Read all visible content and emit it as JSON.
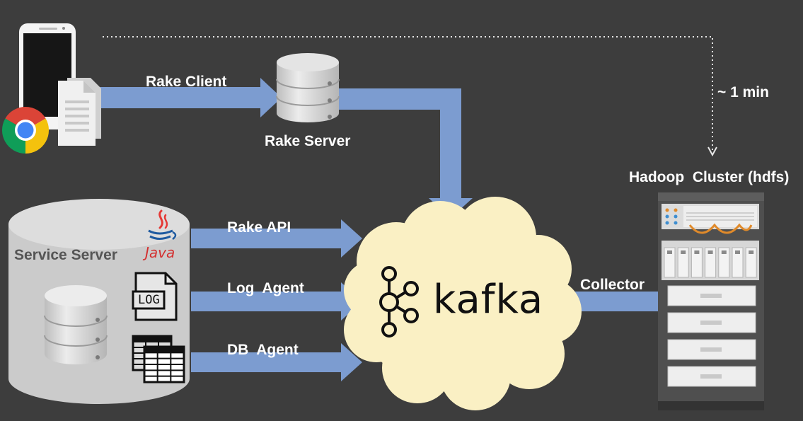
{
  "labels": {
    "rake_client": "Rake Client",
    "rake_server": "Rake Server",
    "rake_api": "Rake API",
    "log_agent": "Log  Agent",
    "db_agent": "DB  Agent",
    "collector": "Collector",
    "latency": "~ 1 min",
    "hadoop_cluster": "Hadoop  Cluster (hdfs)",
    "service_server": "Service Server",
    "kafka": "kafka",
    "java": "Java",
    "log_doc": "LOG"
  },
  "icons": {
    "phone": "smartphone-icon",
    "document": "document-icon",
    "browser": "chrome-icon",
    "server_db": "database-icon",
    "java": "java-icon",
    "log": "log-file-icon",
    "table": "table-icon",
    "kafka": "kafka-logo-icon",
    "hadoop": "server-rack-icon"
  },
  "colors": {
    "background": "#3d3d3d",
    "arrow": "#7c9cd0",
    "cloud": "#faf0c4",
    "database": "#d8d8d8",
    "text": "#ffffff"
  }
}
